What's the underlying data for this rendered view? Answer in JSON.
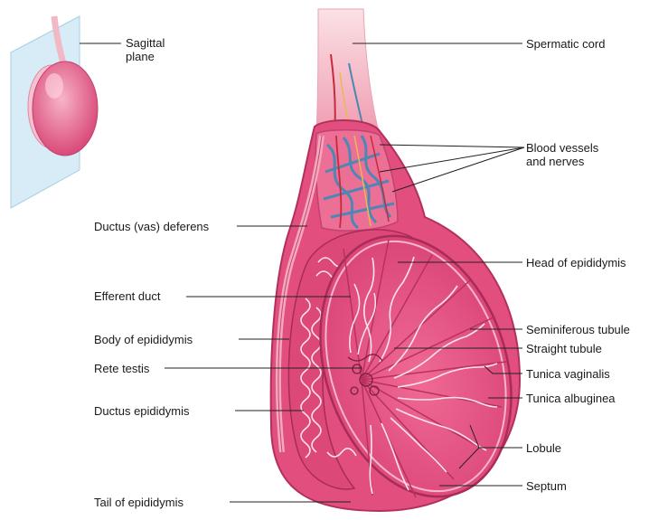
{
  "colors": {
    "tissue": "#ea5d86",
    "tissue_dark": "#c53b68",
    "tissue_light": "#f7b6cb",
    "tubule": "#ffe9ef",
    "vessel_blue": "#4d87b4",
    "vessel_red": "#c62a3b",
    "nerve": "#e8b85a",
    "cord": "#f4c3cc",
    "plane": "#cfe6f3",
    "leader": "#222222"
  },
  "labels": {
    "sagittal_plane": [
      "Sagittal",
      "plane"
    ],
    "spermatic_cord": "Spermatic cord",
    "blood_vessels": [
      "Blood vessels",
      "and nerves"
    ],
    "ductus_deferens": "Ductus (vas) deferens",
    "head_epididymis": "Head of epididymis",
    "efferent_duct": "Efferent duct",
    "body_epididymis": "Body of epididymis",
    "seminiferous_tubule": "Seminiferous tubule",
    "straight_tubule": "Straight tubule",
    "rete_testis": "Rete testis",
    "tunica_vaginalis": "Tunica vaginalis",
    "tunica_albuginea": "Tunica albuginea",
    "ductus_epididymis": "Ductus epididymis",
    "lobule": "Lobule",
    "septum": "Septum",
    "tail_epididymis": "Tail of epididymis"
  }
}
